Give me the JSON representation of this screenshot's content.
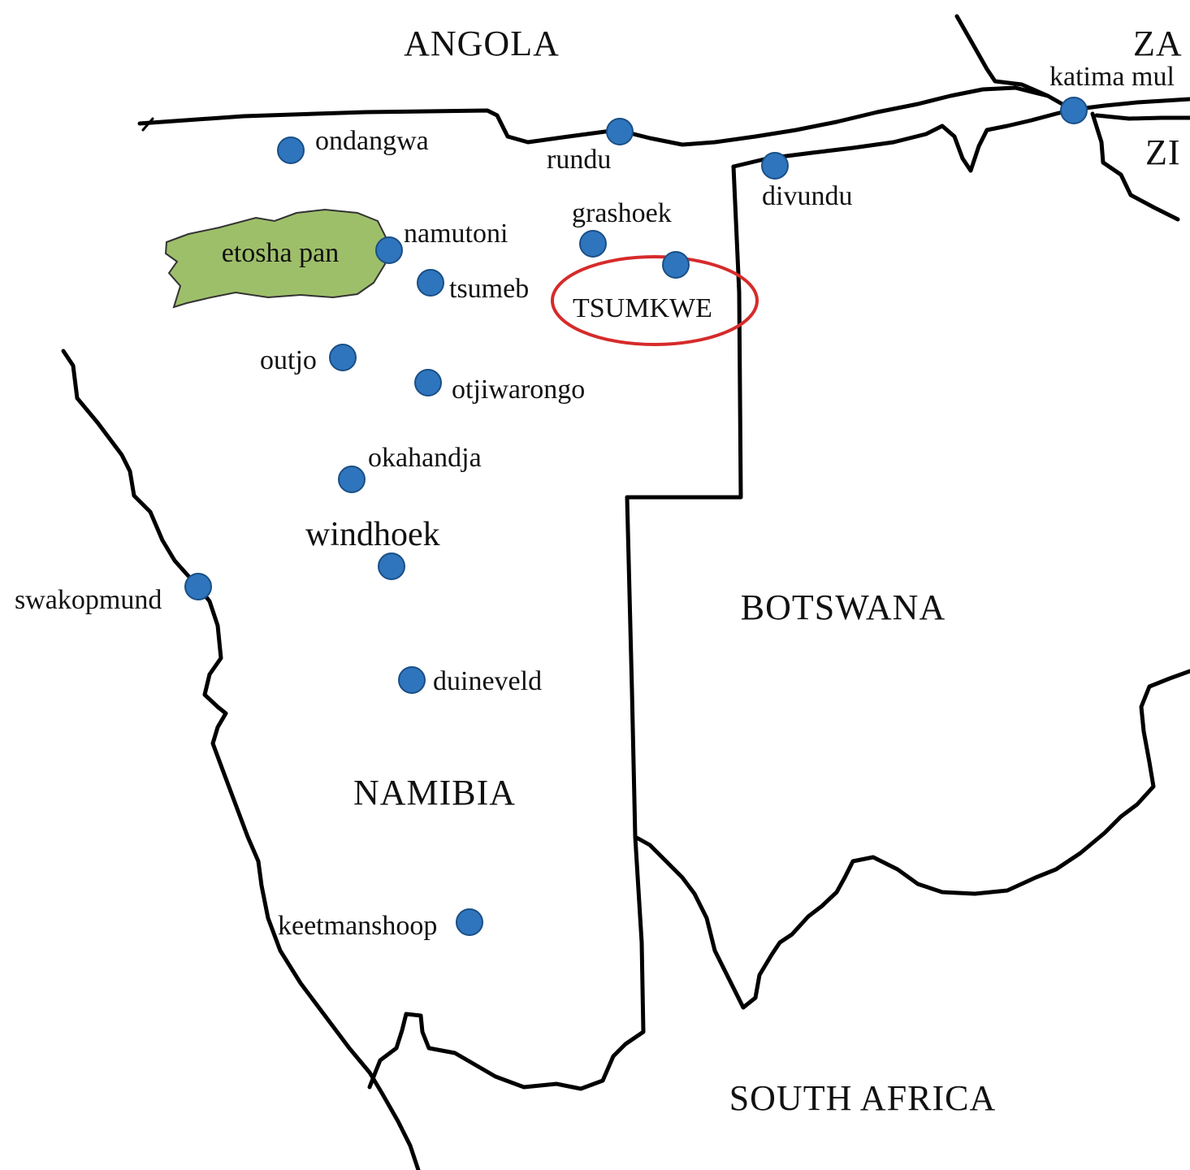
{
  "map": {
    "colors": {
      "border": "#000000",
      "town_marker": "#2f75bd",
      "town_marker_stroke": "#1a4f86",
      "pan_fill": "#9ebf6a",
      "pan_stroke": "#333333",
      "highlight_ring": "#d62b2b"
    },
    "countries": {
      "angola": "ANGOLA",
      "zambia_partial": "ZA",
      "zimbabwe_partial": "ZI",
      "botswana": "BOTSWANA",
      "namibia": "NAMIBIA",
      "south_africa": "SOUTH AFRICA"
    },
    "features": {
      "etosha_pan": "etosha pan"
    },
    "towns": {
      "ondangwa": "ondangwa",
      "rundu": "rundu",
      "katima_mulilo": "katima mul",
      "divundu": "divundu",
      "grashoek": "grashoek",
      "namutoni": "namutoni",
      "tsumeb": "tsumeb",
      "tsumkwe": "TSUMKWE",
      "outjo": "outjo",
      "otjiwarongo": "otjiwarongo",
      "okahandja": "okahandja",
      "windhoek": "windhoek",
      "swakopmund": "swakopmund",
      "duineveld": "duineveld",
      "keetmanshoop": "keetmanshoop"
    }
  }
}
